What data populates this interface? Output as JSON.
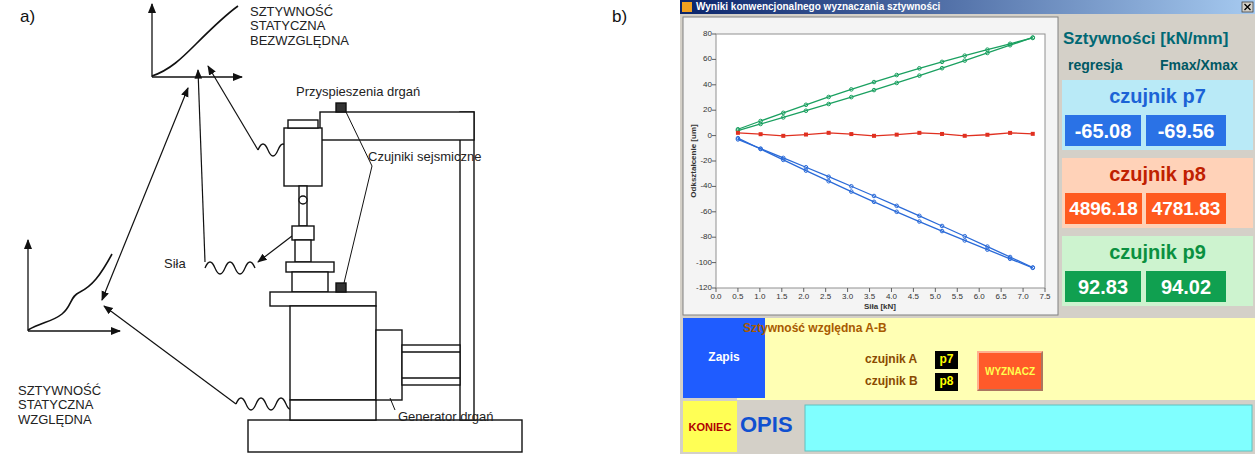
{
  "diagram": {
    "nodes": [
      {
        "text": [
          "Wyniki konwencjonalnego wyznaczania sztywności"
        ]
      },
      {
        "text": [
          "czujnik p7"
        ],
        "in": 0
      },
      {
        "text": [
          "-65.08"
        ],
        "in": 1
      },
      {
        "text": [
          "-69.56"
        ],
        "in": 1
      },
      {
        "text": [
          "czujnik p8"
        ],
        "in": 0
      },
      {
        "text": [
          "4896.18"
        ],
        "in": 4
      },
      {
        "text": [
          "4781.83"
        ],
        "in": 4
      },
      {
        "text": [
          "czujnik p9"
        ],
        "in": 0
      },
      {
        "text": [
          "92.83"
        ],
        "in": 7
      },
      {
        "text": [
          "94.02"
        ],
        "in": 7
      },
      {
        "text": [
          "Zapis"
        ],
        "in": 0
      },
      {
        "text": [
          "KONIEC"
        ],
        "in": 0
      },
      {
        "text": [
          "Sztywność względna A-B",
          "czujnik A",
          "czujnik B"
        ],
        "in": 0
      },
      {
        "text": [
          "p7"
        ],
        "in": 12
      },
      {
        "text": [
          "p8"
        ],
        "in": 12
      },
      {
        "text": [
          "WYZNACZ"
        ],
        "in": 12
      }
    ],
    "labels": [
      "a)",
      "SZTYWNOŚĆ STATYCZNA BEZWZGLĘDNA",
      "Przyspieszenia drgań",
      "Czujniki sejsmiczne",
      "Siła",
      "SZTYWNOŚĆ STATYCZNA WZGLĘDNA",
      "Generator drgań",
      "b)",
      "Odkształcenie [um]",
      "80",
      "60",
      "40",
      "20",
      "0",
      "-20",
      "-40",
      "-60",
      "-80",
      "-100",
      "-120",
      "0.0",
      "0.5",
      "1.0",
      "1.5",
      "2.0",
      "2.5",
      "3.0",
      "3.5",
      "4.0",
      "4.5",
      "5.0",
      "5.5",
      "6.0",
      "6.5",
      "7.0",
      "7.5",
      "Siła [kN]",
      "Sztywności [kN/mm]",
      "regresja",
      "Fmax/Xmax",
      "OPIS"
    ]
  }
}
